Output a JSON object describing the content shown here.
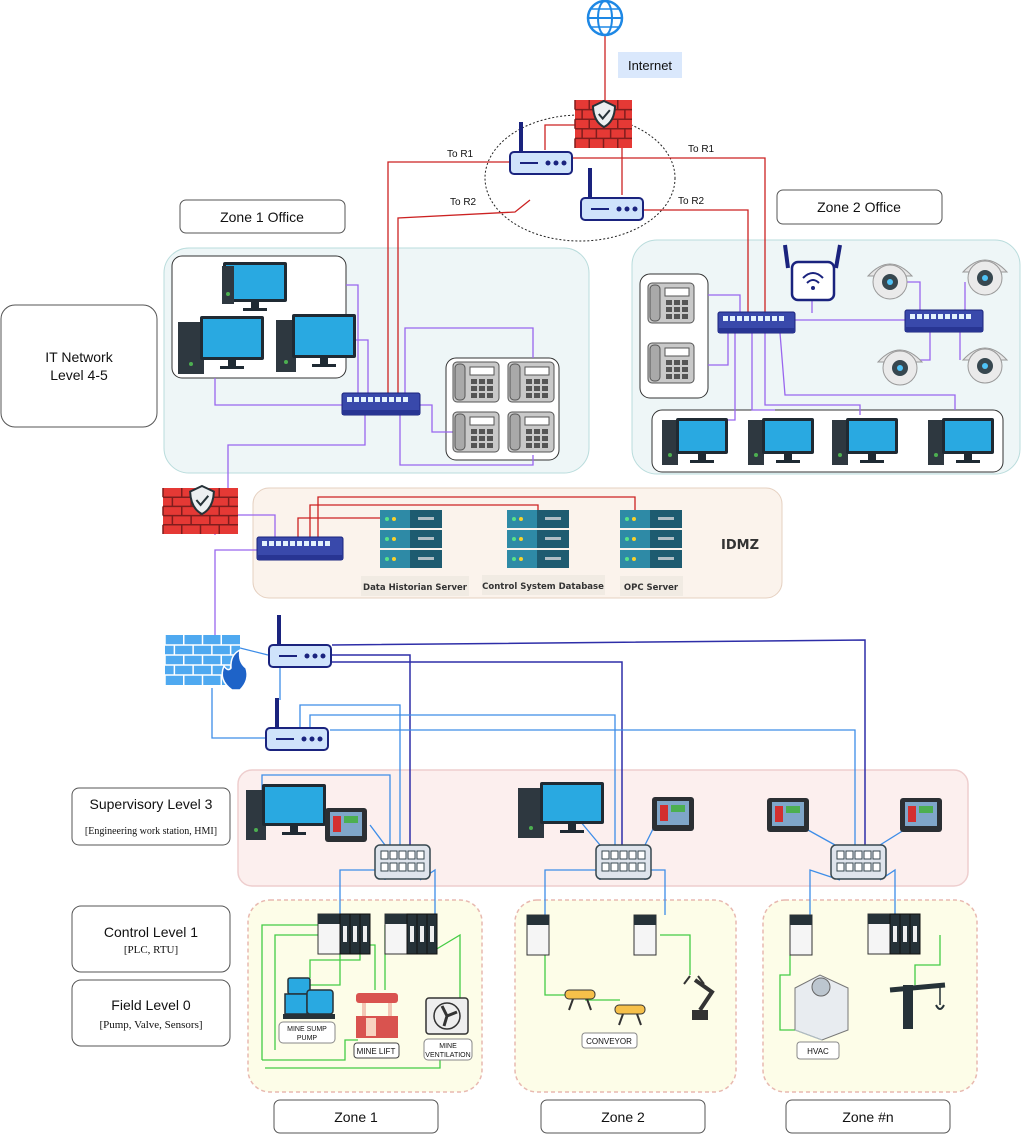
{
  "internet": {
    "label": "Internet"
  },
  "wan_links": {
    "left_r1": "To R1",
    "left_r2": "To R2",
    "right_r1": "To R1",
    "right_r2": "To R2"
  },
  "zones_office": {
    "zone1": "Zone 1 Office",
    "zone2": "Zone 2 Office"
  },
  "levels": {
    "it_network": {
      "title": "IT Network",
      "subtitle": "Level 4-5"
    },
    "supervisory": {
      "title": "Supervisory Level 3",
      "subtitle": "[Engineering work station, HMI]"
    },
    "control": {
      "title": "Control Level 1",
      "subtitle": "[PLC, RTU]"
    },
    "field": {
      "title": "Field Level 0",
      "subtitle": "[Pump, Valve, Sensors]"
    }
  },
  "idmz": {
    "label": "IDMZ",
    "servers": [
      "Data Historian Server",
      "Control System Database",
      "OPC Server"
    ]
  },
  "field_devices": {
    "zone1": [
      "MINE SUMP PUMP",
      "MINE LIFT",
      "MINE VENTILATION"
    ],
    "zone2": [
      "CONVEYOR"
    ],
    "zoneN": [
      "HVAC"
    ]
  },
  "field_zones": [
    "Zone 1",
    "Zone 2",
    "Zone #n"
  ],
  "colors": {
    "wan": "#cc2222",
    "it_lan": "#9966ee",
    "ot_primary": "#2e2ea8",
    "ot_secondary": "#3d8de8",
    "field_bus": "#44cc44"
  }
}
